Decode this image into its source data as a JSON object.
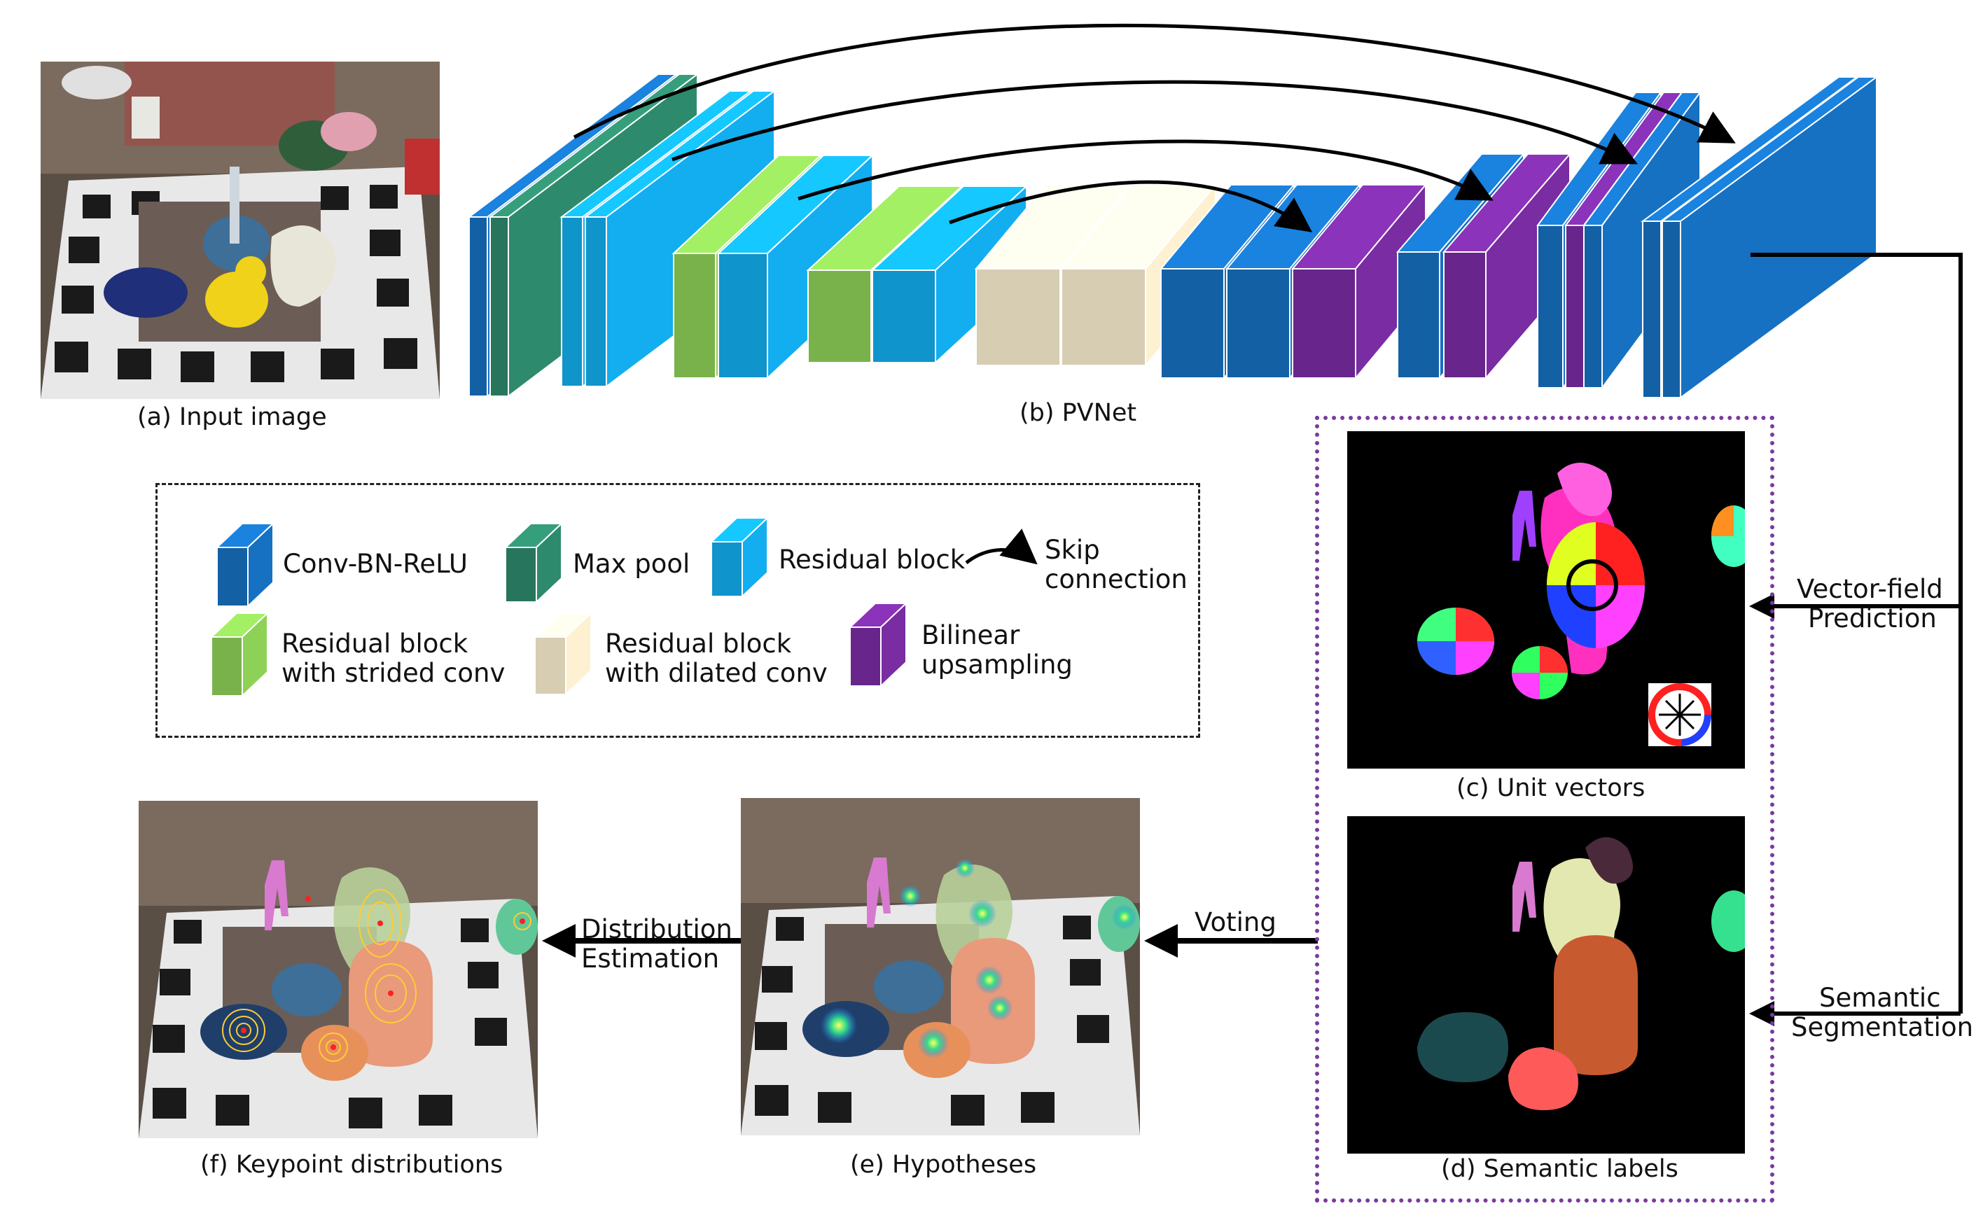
{
  "colors": {
    "conv_bn_relu": "#1771c2",
    "max_pool": "#2e8a6c",
    "residual_block": "#12aef0",
    "residual_strided": "#8ed157",
    "residual_dilated": "#fdf1d2",
    "bilinear": "#7a2ca3",
    "mask_border": "#7a3a9e"
  },
  "captions": {
    "input": "(a) Input image",
    "pvnet": "(b) PVNet",
    "unit_vectors": "(c) Unit vectors",
    "semantic_labels": "(d) Semantic labels",
    "hypotheses": "(e) Hypotheses",
    "keypoint_distributions": "(f) Keypoint distributions"
  },
  "legend": {
    "conv": "Conv-BN-ReLU",
    "maxpool": "Max pool",
    "residual": "Residual block",
    "skip": [
      "Skip",
      "connection"
    ],
    "strided": [
      "Residual block",
      "with strided conv"
    ],
    "dilated": [
      "Residual block",
      "with dilated conv"
    ],
    "bilinear": [
      "Bilinear",
      "upsampling"
    ]
  },
  "flow_labels": {
    "vector_field": [
      "Vector-field",
      "Prediction"
    ],
    "semantic": [
      "Semantic",
      "Segmentation"
    ],
    "voting": "Voting",
    "distribution": [
      "Distribution",
      "Estimation"
    ]
  }
}
